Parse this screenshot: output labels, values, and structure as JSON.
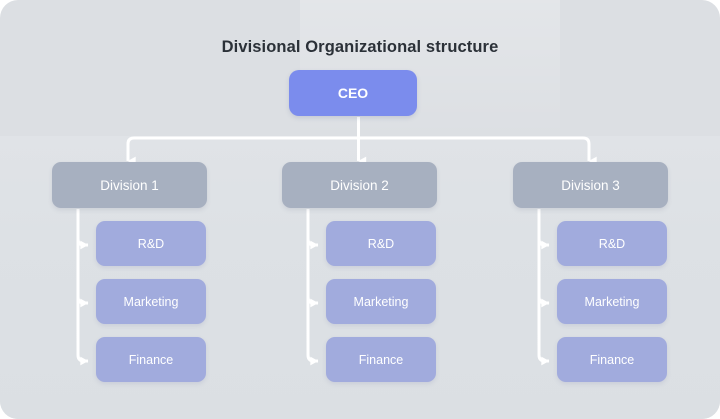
{
  "diagram": {
    "title": "Divisional Organizational structure",
    "colors": {
      "background": "#dcdfe3",
      "ceo": "#7b8ced",
      "division": "#a7b0c0",
      "subunit": "#a1abdd",
      "connector": "#ffffff",
      "title_text": "#2b3138",
      "node_text": "#ffffff"
    },
    "root": {
      "label": "CEO"
    },
    "divisions": [
      {
        "label": "Division 1",
        "children": [
          {
            "label": "R&D"
          },
          {
            "label": "Marketing"
          },
          {
            "label": "Finance"
          }
        ]
      },
      {
        "label": "Division 2",
        "children": [
          {
            "label": "R&D"
          },
          {
            "label": "Marketing"
          },
          {
            "label": "Finance"
          }
        ]
      },
      {
        "label": "Division 3",
        "children": [
          {
            "label": "R&D"
          },
          {
            "label": "Marketing"
          },
          {
            "label": "Finance"
          }
        ]
      }
    ]
  }
}
